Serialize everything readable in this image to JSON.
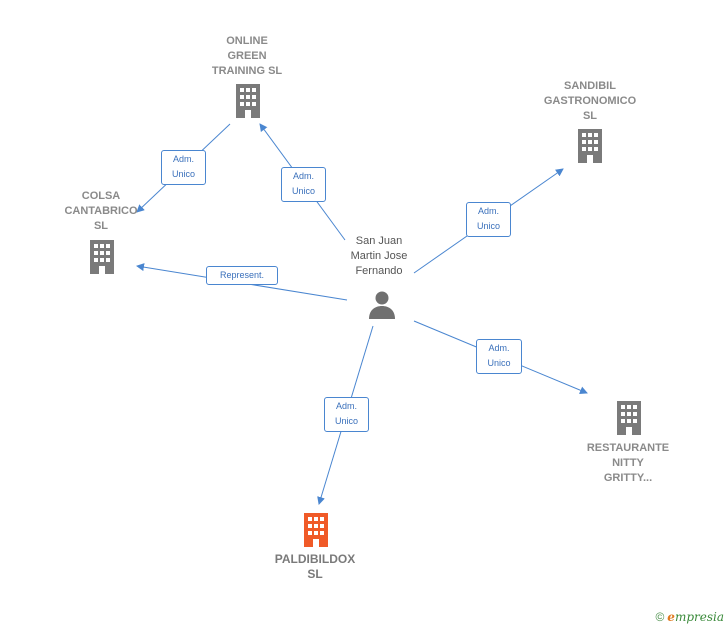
{
  "person": {
    "name": "San Juan\nMartin Jose\nFernando"
  },
  "companies": {
    "online_green": {
      "name": "ONLINE\nGREEN\nTRAINING  SL",
      "color": "#7a7a7a"
    },
    "sandibil": {
      "name": "SANDIBIL\nGASTRONOMICO\nSL",
      "color": "#7a7a7a"
    },
    "colsa": {
      "name": "COLSA\nCANTABRICO\nSL",
      "color": "#7a7a7a"
    },
    "restaurante": {
      "name": "RESTAURANTE\nNITTY\nGRITTY...",
      "color": "#7a7a7a"
    },
    "paldibildox": {
      "name": "PALDIBILDOX\nSL",
      "color": "#f05a28"
    }
  },
  "relations": {
    "online_to_colsa": "Adm.\nUnico",
    "person_to_online": "Adm.\nUnico",
    "person_to_sandibil": "Adm.\nUnico",
    "person_to_colsa": "Represent.",
    "person_to_restaurante": "Adm.\nUnico",
    "person_to_paldibildox": "Adm.\nUnico"
  },
  "colors": {
    "edge": "#4a86d0",
    "person_icon": "#707070"
  },
  "footer": {
    "copyright_symbol": "©",
    "brand_initial": "e",
    "brand_rest": "mpresia"
  }
}
